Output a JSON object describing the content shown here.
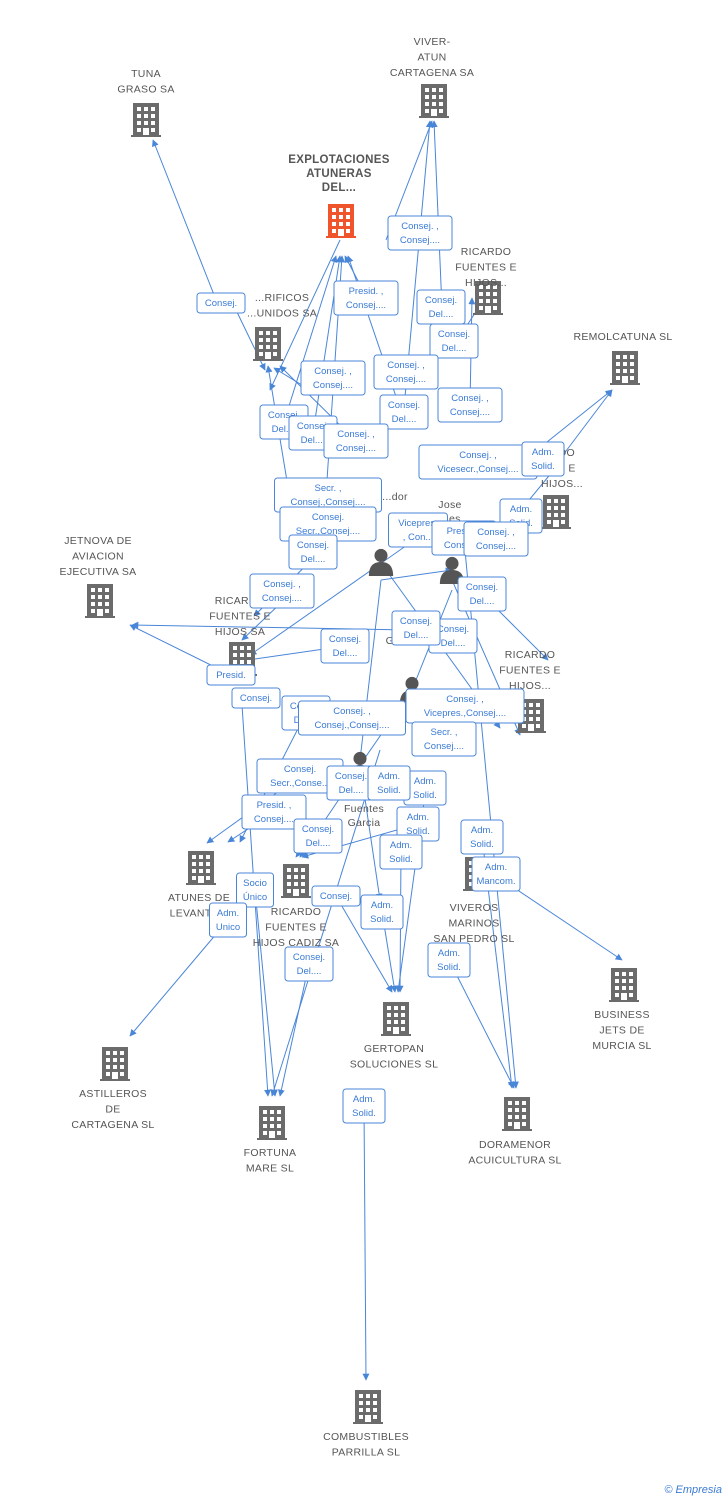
{
  "colors": {
    "edge": "#4a86d8",
    "company": "#6b6b6b",
    "main_company": "#f0542d",
    "person": "#555555",
    "label_text": "#3a7bd5"
  },
  "companies": [
    {
      "id": "tuna",
      "lines": [
        "TUNA",
        "GRASO SA"
      ],
      "main": false
    },
    {
      "id": "viver",
      "lines": [
        "VIVER-",
        "ATUN",
        "CARTAGENA SA"
      ],
      "main": false
    },
    {
      "id": "explot",
      "lines": [
        "EXPLOTACIONES",
        "ATUNERAS",
        "DEL..."
      ],
      "main": true
    },
    {
      "id": "ricardo1",
      "lines": [
        "RICARDO",
        "FUENTES E",
        "HIJOS..."
      ],
      "main": false
    },
    {
      "id": "frig",
      "lines": [
        "...RIFICOS",
        "...UNIDOS SA"
      ],
      "main": false
    },
    {
      "id": "remol",
      "lines": [
        "REMOLCATUNA SL"
      ],
      "main": false
    },
    {
      "id": "ricardo2",
      "lines": [
        "...DO",
        "...S E",
        "HIJOS..."
      ],
      "main": false
    },
    {
      "id": "jetnova",
      "lines": [
        "JETNOVA DE",
        "AVIACION",
        "EJECUTIVA SA"
      ],
      "main": false
    },
    {
      "id": "ricardo3",
      "lines": [
        "RICARDO",
        "FUENTES E",
        "HIJOS SA"
      ],
      "main": false
    },
    {
      "id": "ricardo4",
      "lines": [
        "RICARDO",
        "FUENTES E",
        "HIJOS..."
      ],
      "main": false
    },
    {
      "id": "atunes",
      "lines": [
        "ATUNES DE",
        "LEVANTE..."
      ],
      "main": false
    },
    {
      "id": "ricardo_cadiz",
      "lines": [
        "RICARDO",
        "FUENTES E",
        "HIJOS CADIZ SA"
      ],
      "main": false
    },
    {
      "id": "viveros",
      "lines": [
        "VIVEROS",
        "MARINOS",
        "SAN PEDRO SL"
      ],
      "main": false
    },
    {
      "id": "business",
      "lines": [
        "BUSINESS",
        "JETS DE",
        "MURCIA SL"
      ],
      "main": false
    },
    {
      "id": "astilleros",
      "lines": [
        "ASTILLEROS",
        "DE",
        "CARTAGENA SL"
      ],
      "main": false
    },
    {
      "id": "gertopan",
      "lines": [
        "GERTOPAN",
        "SOLUCIONES SL"
      ],
      "main": false
    },
    {
      "id": "fortuna",
      "lines": [
        "FORTUNA",
        "MARE  SL"
      ],
      "main": false
    },
    {
      "id": "doramenor",
      "lines": [
        "DORAMENOR",
        "ACUICULTURA SL"
      ],
      "main": false
    },
    {
      "id": "combustibles",
      "lines": [
        "COMBUSTIBLES",
        "PARRILLA SL"
      ],
      "main": false
    }
  ],
  "persons": [
    {
      "id": "p1",
      "lines": [
        "...dor"
      ]
    },
    {
      "id": "p2",
      "lines": [
        "Jose",
        "...es"
      ]
    },
    {
      "id": "p3",
      "lines": [
        "...R",
        "Garcia"
      ]
    },
    {
      "id": "p4",
      "lines": [
        "Fuentes",
        "Garcia"
      ]
    }
  ],
  "relations": [
    {
      "lines": [
        "Consej. ,",
        "Consej...."
      ]
    },
    {
      "lines": [
        "Consej."
      ]
    },
    {
      "lines": [
        "Presid. ,",
        "Consej...."
      ]
    },
    {
      "lines": [
        "Consej.",
        "Del...."
      ]
    },
    {
      "lines": [
        "Consej.",
        "Del...."
      ]
    },
    {
      "lines": [
        "Consej. ,",
        "Consej...."
      ]
    },
    {
      "lines": [
        "Consej. ,",
        "Consej...."
      ]
    },
    {
      "lines": [
        "Consej.",
        "Del...."
      ]
    },
    {
      "lines": [
        "Consej.",
        "Del...."
      ]
    },
    {
      "lines": [
        "Consej.",
        "Del...."
      ]
    },
    {
      "lines": [
        "Consej. ,",
        "Consej...."
      ]
    },
    {
      "lines": [
        "Consej. ,",
        "Consej...."
      ]
    },
    {
      "lines": [
        "Consej. ,",
        "Vicesecr.,Consej...."
      ]
    },
    {
      "lines": [
        "Adm.",
        "Solid."
      ]
    },
    {
      "lines": [
        "Secr. ,",
        "Consej.,Consej...."
      ]
    },
    {
      "lines": [
        "Consej.",
        "Secr.,Consej...."
      ]
    },
    {
      "lines": [
        "Vicepres.",
        ", Con..."
      ]
    },
    {
      "lines": [
        "Presid. ,",
        "Consej...."
      ]
    },
    {
      "lines": [
        "Adm.",
        "Solid."
      ]
    },
    {
      "lines": [
        "Consej. ,",
        "Consej...."
      ]
    },
    {
      "lines": [
        "Consej.",
        "Del...."
      ]
    },
    {
      "lines": [
        "Consej. ,",
        "Consej...."
      ]
    },
    {
      "lines": [
        "Consej.",
        "Del...."
      ]
    },
    {
      "lines": [
        "Consej.",
        "Del...."
      ]
    },
    {
      "lines": [
        "Consej.",
        "Del...."
      ]
    },
    {
      "lines": [
        "Consej.",
        "Del...."
      ]
    },
    {
      "lines": [
        "Presid."
      ]
    },
    {
      "lines": [
        "Consej."
      ]
    },
    {
      "lines": [
        "Consej.",
        "Del...."
      ]
    },
    {
      "lines": [
        "Consej. ,",
        "Consej.,Consej...."
      ]
    },
    {
      "lines": [
        "Consej. ,",
        "Vicepres.,Consej...."
      ]
    },
    {
      "lines": [
        "Secr. ,",
        "Consej...."
      ]
    },
    {
      "lines": [
        "Consej.",
        "Secr.,Conse..."
      ]
    },
    {
      "lines": [
        "Consej.",
        "Del...."
      ]
    },
    {
      "lines": [
        "Adm.",
        "Solid."
      ]
    },
    {
      "lines": [
        "Adm.",
        "Solid."
      ]
    },
    {
      "lines": [
        "Presid. ,",
        "Consej...."
      ]
    },
    {
      "lines": [
        "Consej.",
        "Del...."
      ]
    },
    {
      "lines": [
        "Adm.",
        "Solid."
      ]
    },
    {
      "lines": [
        "Adm.",
        "Solid."
      ]
    },
    {
      "lines": [
        "Adm.",
        "Solid."
      ]
    },
    {
      "lines": [
        "Adm.",
        "Mancom."
      ]
    },
    {
      "lines": [
        "Socio",
        "Único"
      ]
    },
    {
      "lines": [
        "Adm.",
        "Unico"
      ]
    },
    {
      "lines": [
        "Consej."
      ]
    },
    {
      "lines": [
        "Adm.",
        "Solid."
      ]
    },
    {
      "lines": [
        "Consej.",
        "Del...."
      ]
    },
    {
      "lines": [
        "Adm.",
        "Solid."
      ]
    },
    {
      "lines": [
        "Adm.",
        "Solid."
      ]
    }
  ],
  "copyright": {
    "symbol": "©",
    "brand": "Empresia"
  }
}
